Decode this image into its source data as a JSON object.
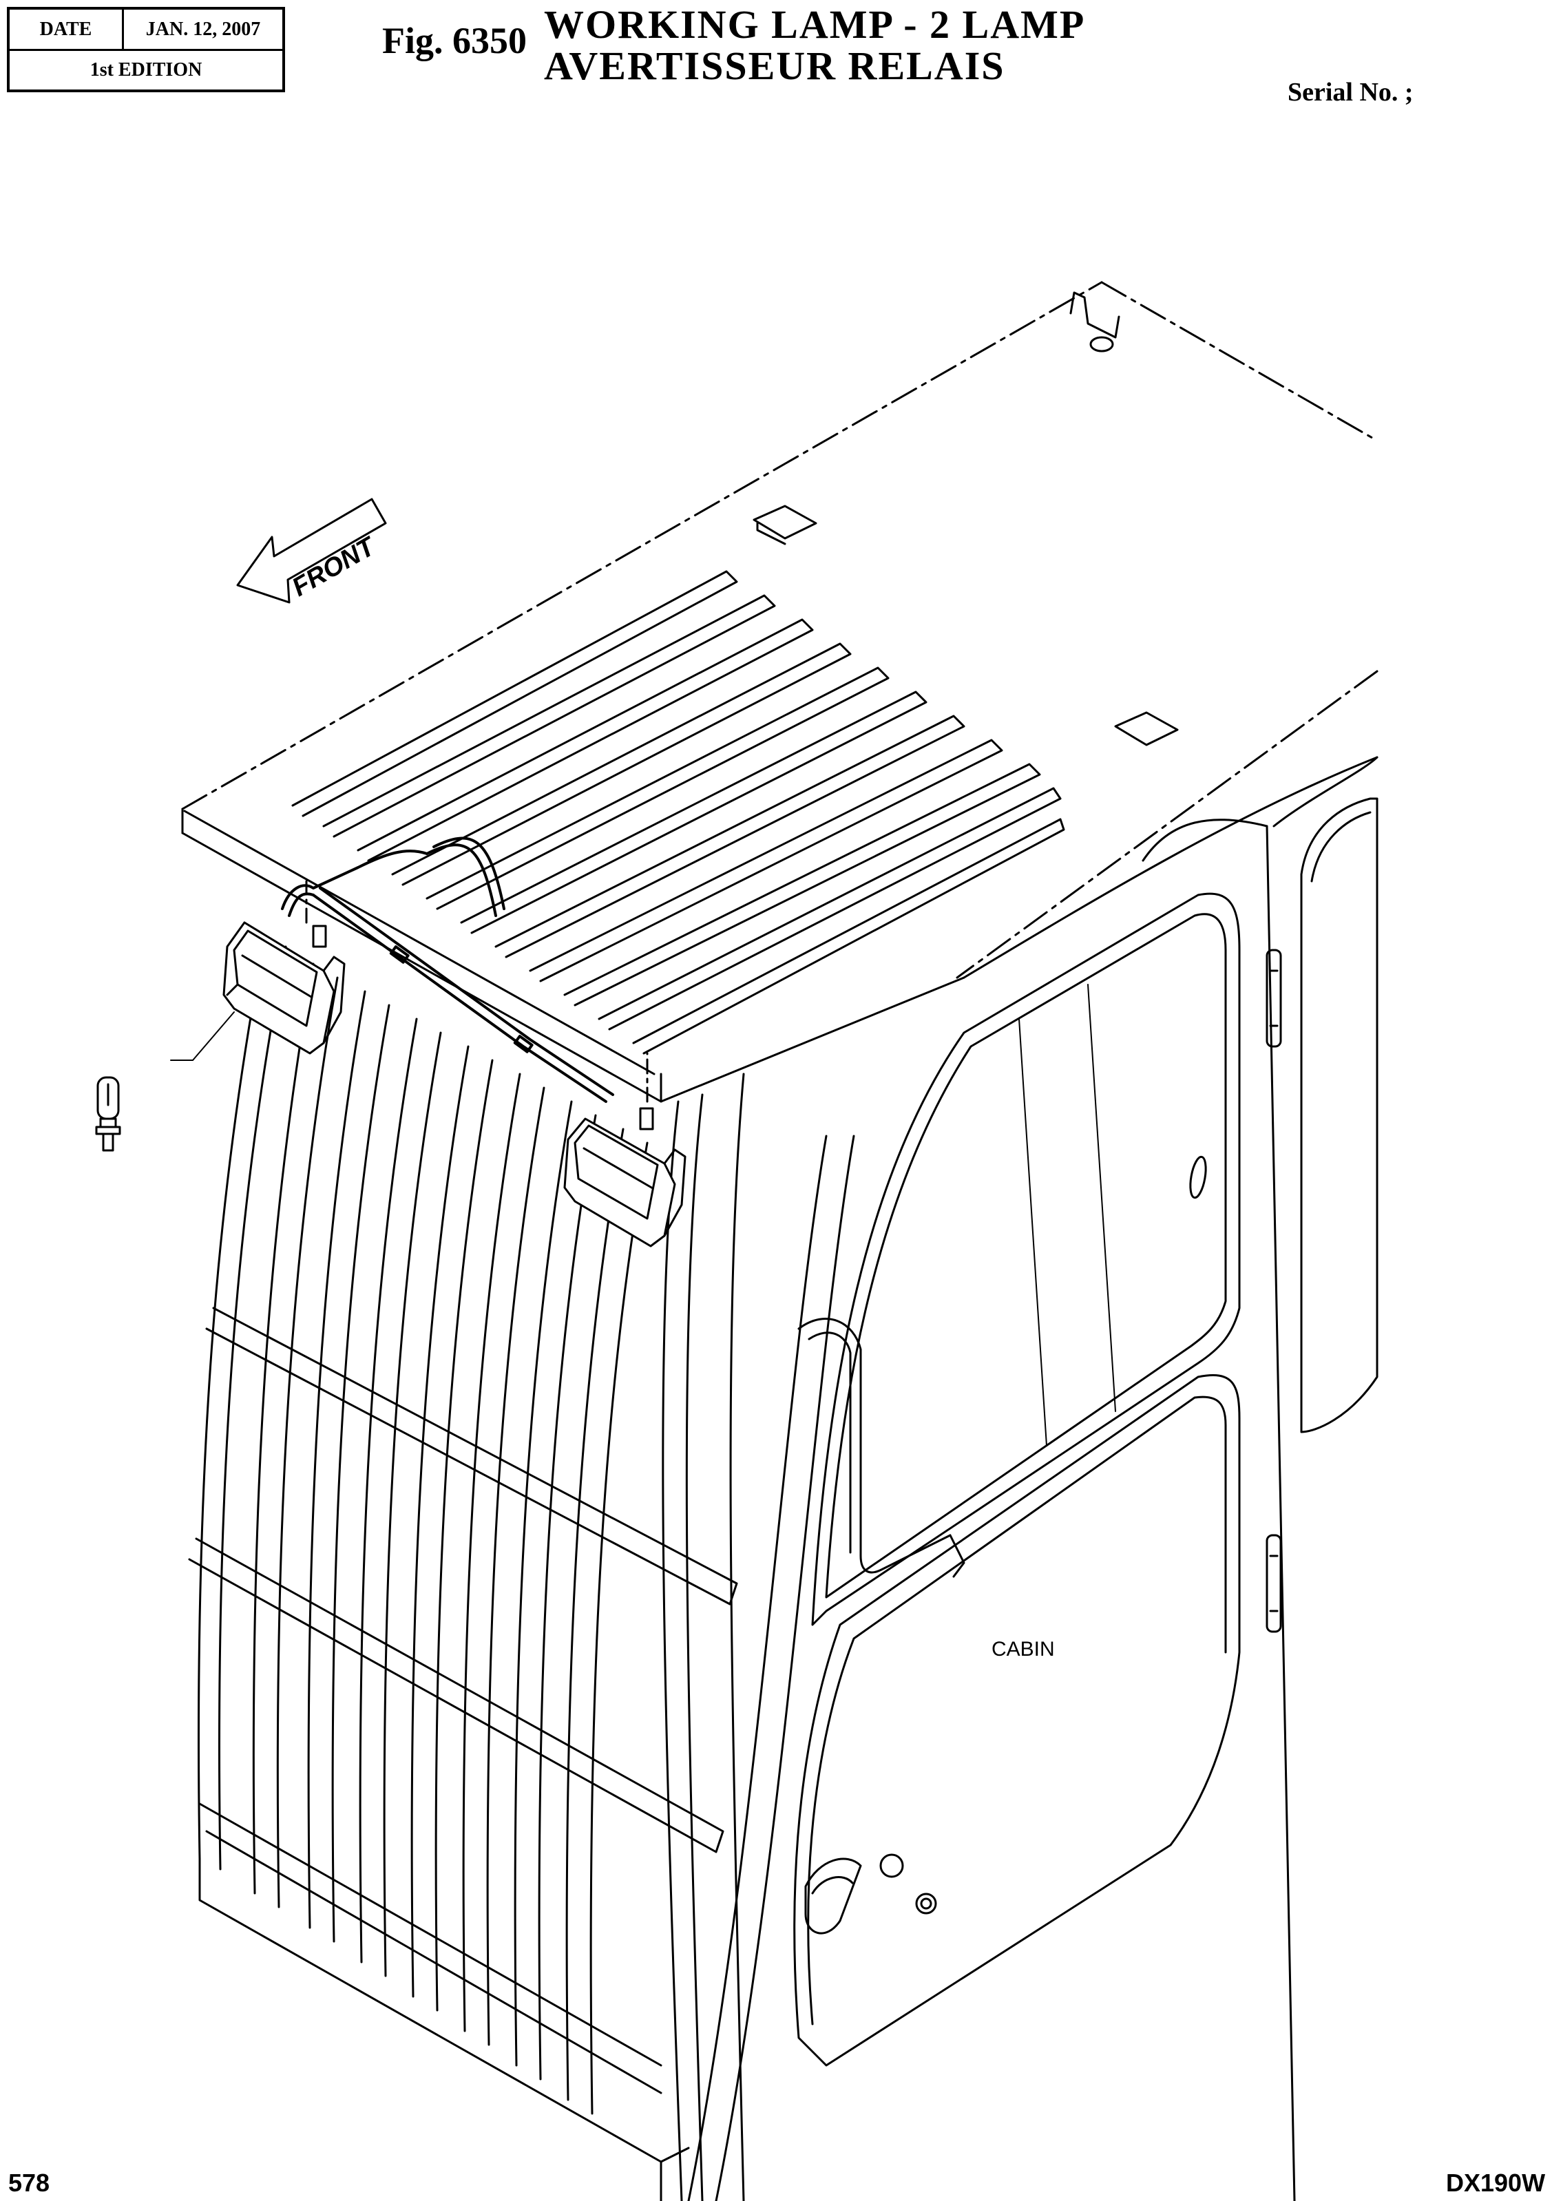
{
  "header": {
    "date_label": "DATE",
    "date_value": "JAN. 12, 2007",
    "edition": "1st EDITION",
    "fig_number": "Fig. 6350",
    "title_en": "WORKING LAMP - 2 LAMP",
    "title_fr": "AVERTISSEUR RELAIS",
    "serial_label": "Serial No. ;"
  },
  "drawing": {
    "front_arrow_label": "FRONT",
    "cabin_label": "CABIN"
  },
  "footer": {
    "page_number": "578",
    "model": "DX190W"
  }
}
